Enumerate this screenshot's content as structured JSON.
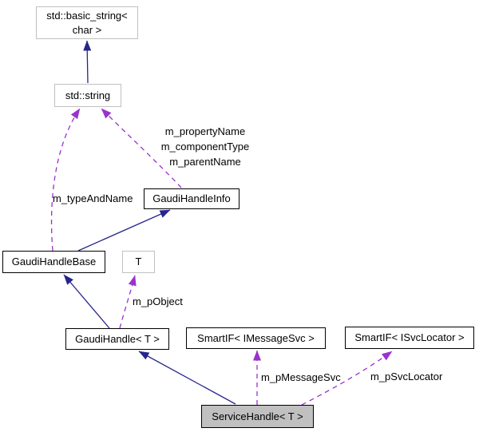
{
  "diagram": {
    "colors": {
      "background": "#ffffff",
      "inheritance_edge": "#26258c",
      "usage_edge": "#9a32cd",
      "node_border": "#000000",
      "external_node_border": "#c0c0c0",
      "node_fill": "#ffffff",
      "focus_node_fill": "#c0c0c0",
      "text": "#000000"
    },
    "nodes": [
      {
        "id": "std_basic_string",
        "label": "std::basic_string<\nchar >",
        "type": "external"
      },
      {
        "id": "std_string",
        "label": "std::string",
        "type": "external"
      },
      {
        "id": "gaudi_handle_info",
        "label": "GaudiHandleInfo",
        "type": "class"
      },
      {
        "id": "gaudi_handle_base",
        "label": "GaudiHandleBase",
        "type": "class"
      },
      {
        "id": "t",
        "label": "T",
        "type": "external"
      },
      {
        "id": "gaudi_handle",
        "label": "GaudiHandle< T >",
        "type": "class"
      },
      {
        "id": "smartif_imessagesvc",
        "label": "SmartIF< IMessageSvc >",
        "type": "class"
      },
      {
        "id": "smartif_isvclocator",
        "label": "SmartIF< ISvcLocator >",
        "type": "class"
      },
      {
        "id": "service_handle",
        "label": "ServiceHandle< T >",
        "type": "focus"
      }
    ],
    "edges": [
      {
        "from": "std_string",
        "to": "std_basic_string",
        "kind": "inheritance",
        "label": ""
      },
      {
        "from": "gaudi_handle_base",
        "to": "gaudi_handle_info",
        "kind": "inheritance",
        "label": ""
      },
      {
        "from": "gaudi_handle_info",
        "to": "std_string",
        "kind": "usage",
        "label": "m_propertyName\nm_componentType\nm_parentName"
      },
      {
        "from": "gaudi_handle_base",
        "to": "std_string",
        "kind": "usage",
        "label": "m_typeAndName"
      },
      {
        "from": "gaudi_handle",
        "to": "gaudi_handle_base",
        "kind": "inheritance",
        "label": ""
      },
      {
        "from": "gaudi_handle",
        "to": "t",
        "kind": "usage",
        "label": "m_pObject"
      },
      {
        "from": "service_handle",
        "to": "gaudi_handle",
        "kind": "inheritance",
        "label": ""
      },
      {
        "from": "service_handle",
        "to": "smartif_imessagesvc",
        "kind": "usage",
        "label": "m_pMessageSvc"
      },
      {
        "from": "service_handle",
        "to": "smartif_isvclocator",
        "kind": "usage",
        "label": "m_pSvcLocator"
      }
    ]
  }
}
